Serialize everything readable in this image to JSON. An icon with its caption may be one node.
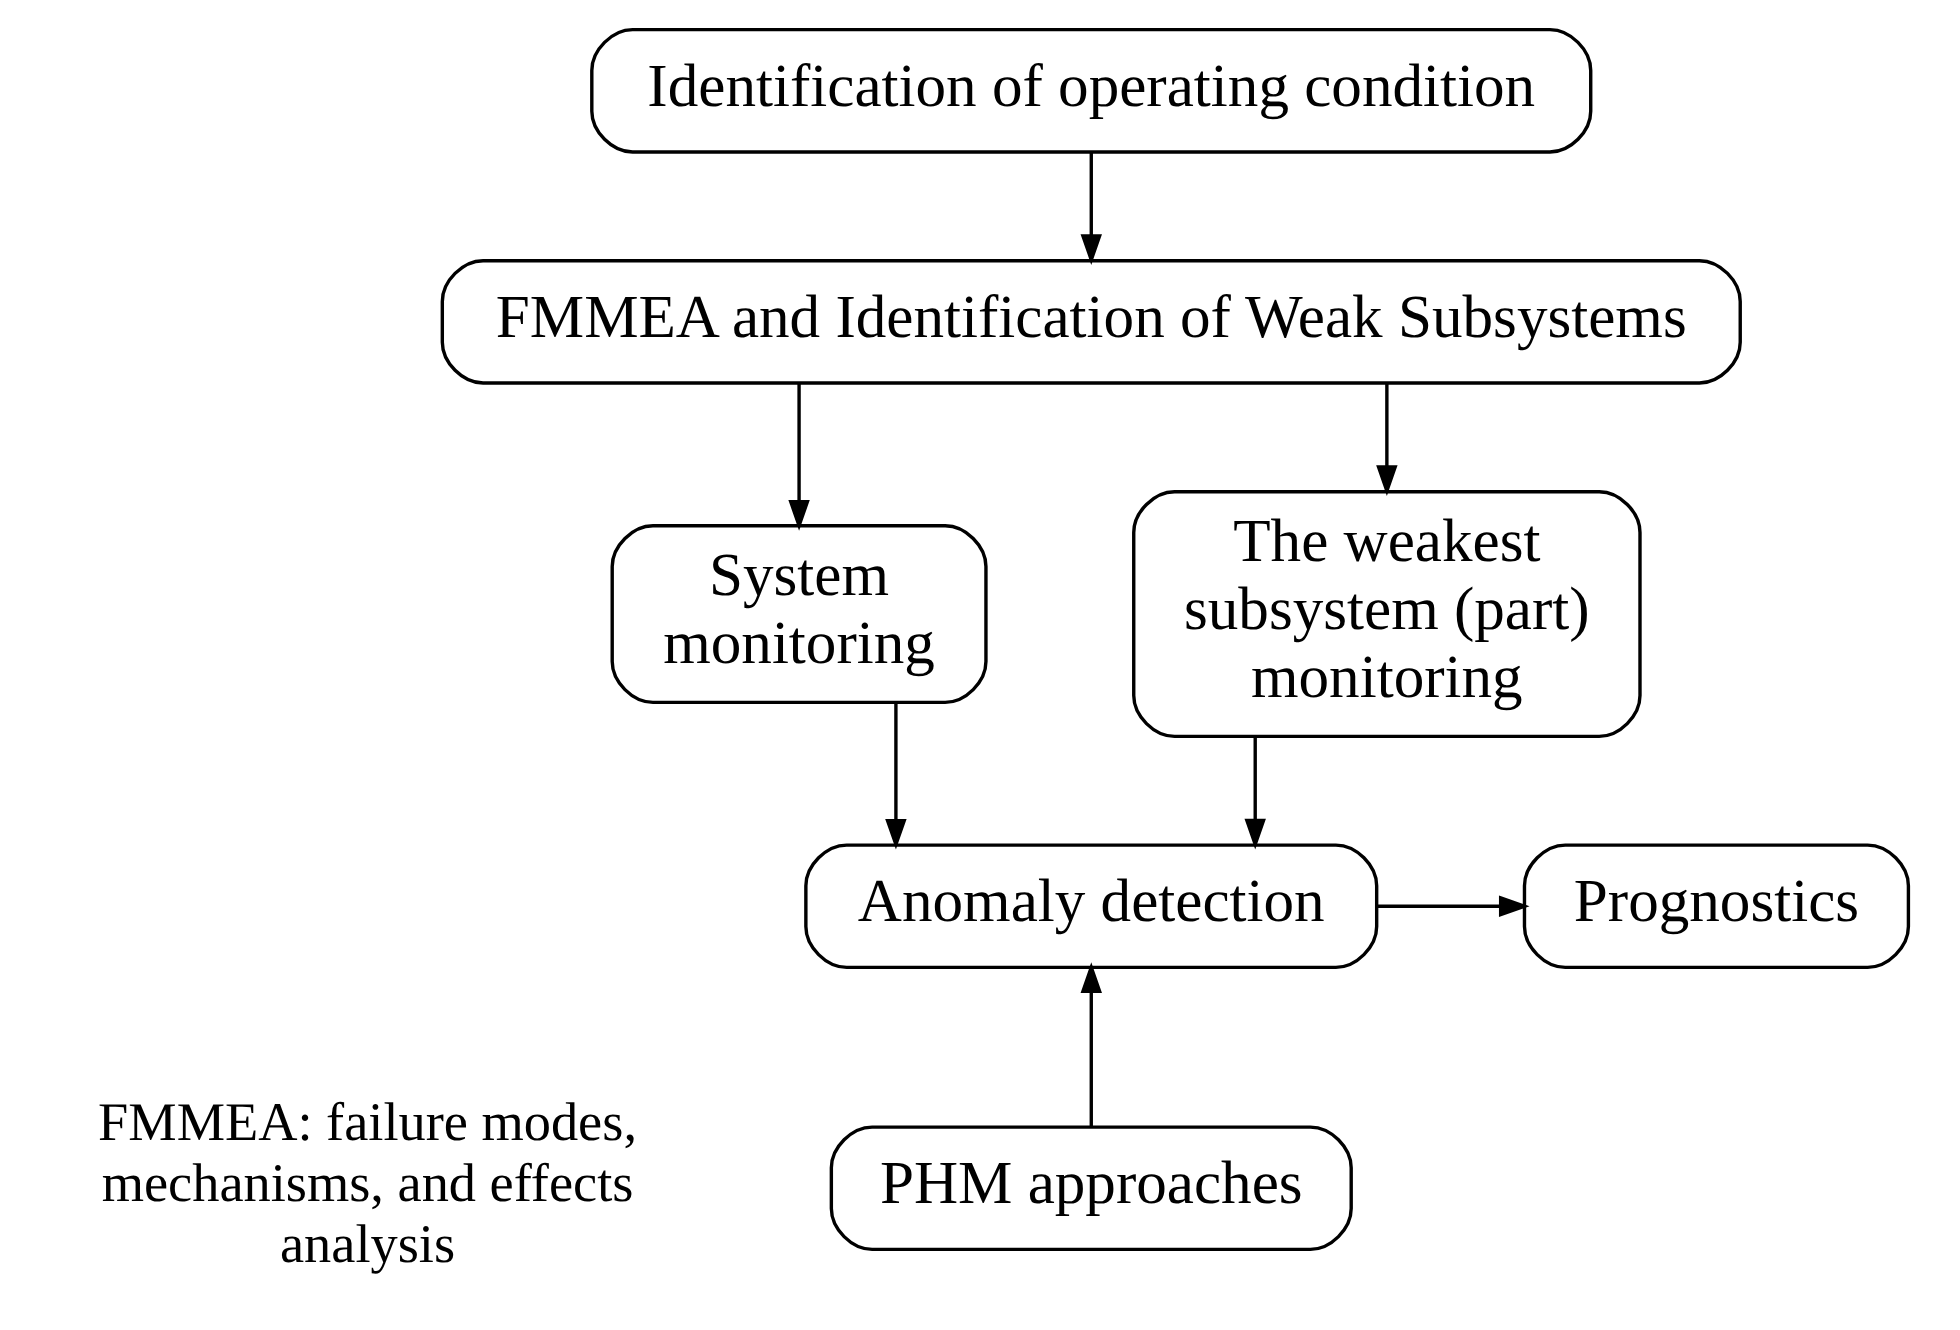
{
  "diagram": {
    "nodes": [
      {
        "text": [
          "Identification of operating condition"
        ]
      },
      {
        "text": [
          "FMMEA and Identification of Weak Subsystems"
        ]
      },
      {
        "text": [
          "System monitoring"
        ]
      },
      {
        "text": [
          "The weakest subsystem (part) monitoring"
        ]
      },
      {
        "text": [
          "Anomaly detection"
        ]
      },
      {
        "text": [
          "Prognostics"
        ]
      },
      {
        "text": [
          "PHM approaches"
        ]
      }
    ],
    "edges": [
      {
        "from": 0,
        "to": 1,
        "arrow": "to"
      },
      {
        "from": 1,
        "to": 2,
        "arrow": "to"
      },
      {
        "from": 1,
        "to": 3,
        "arrow": "to"
      },
      {
        "from": 2,
        "to": 4,
        "arrow": "to"
      },
      {
        "from": 3,
        "to": 4,
        "arrow": "to"
      },
      {
        "from": 4,
        "to": 5,
        "arrow": "to"
      },
      {
        "from": 6,
        "to": 4,
        "arrow": "to"
      }
    ],
    "labels": [
      "FMMEA: failure modes, mechanisms, and effects analysis"
    ]
  }
}
